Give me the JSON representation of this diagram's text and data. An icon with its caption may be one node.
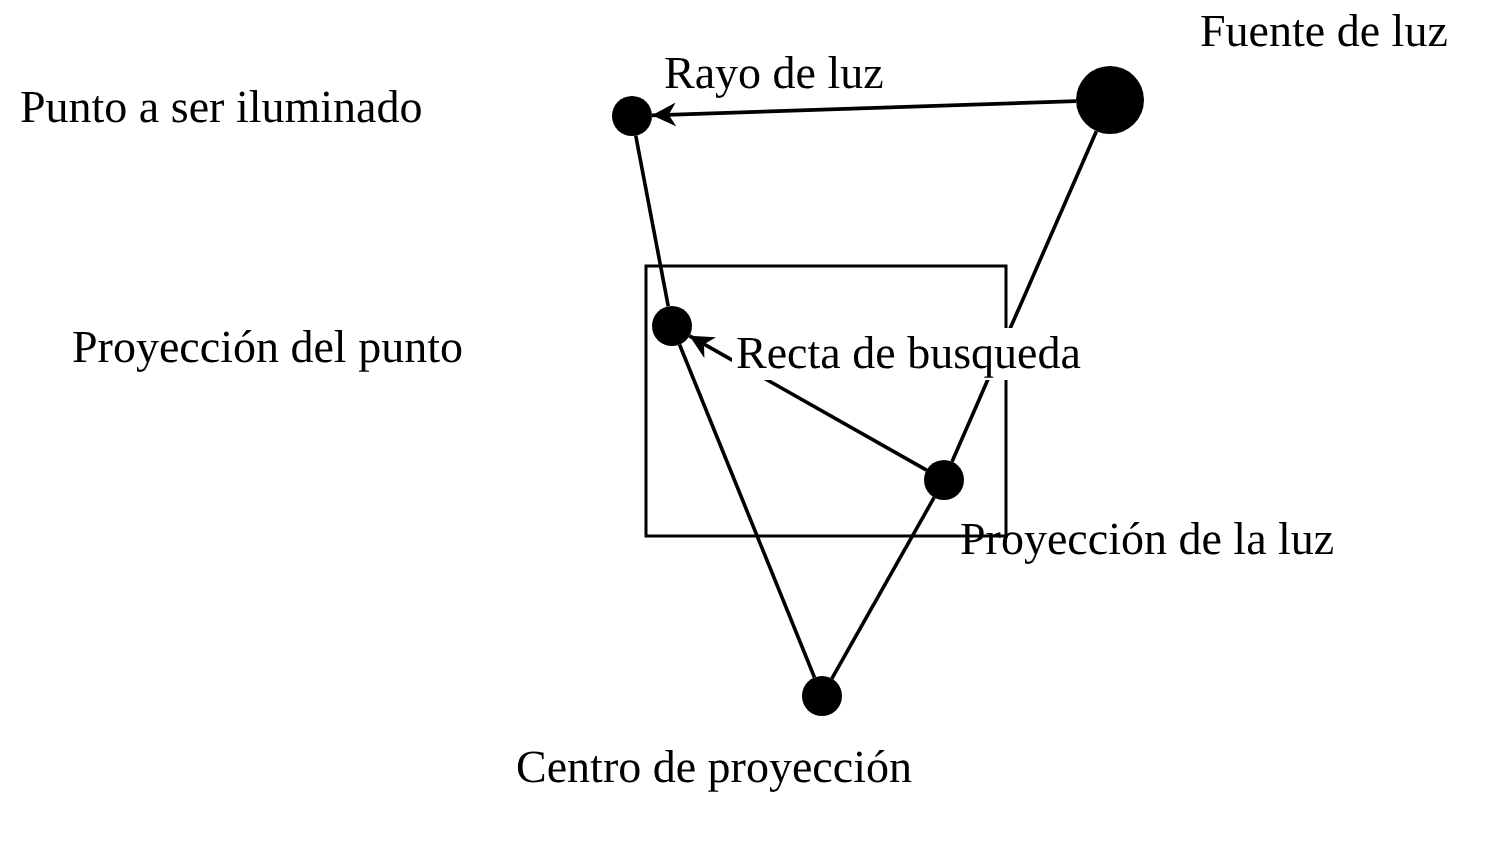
{
  "diagram": {
    "nodes": [
      {
        "text": [
          "Fuente de luz"
        ]
      },
      {
        "text": [
          "Punto a ser iluminado"
        ]
      },
      {
        "text": [
          "Proyección del punto"
        ]
      },
      {
        "text": [
          "Proyección de la luz"
        ]
      },
      {
        "text": [
          "Centro de proyección"
        ]
      }
    ],
    "edges": [
      {
        "from": 0,
        "to": 1,
        "arrow": "to",
        "label": "Rayo de luz"
      },
      {
        "from": 1,
        "to": 2,
        "arrow": "none"
      },
      {
        "from": 2,
        "to": 4,
        "arrow": "none"
      },
      {
        "from": 0,
        "to": 3,
        "arrow": "none"
      },
      {
        "from": 3,
        "to": 4,
        "arrow": "none"
      },
      {
        "from": 3,
        "to": 2,
        "arrow": "to",
        "label": "Recta de busqueda"
      }
    ]
  }
}
